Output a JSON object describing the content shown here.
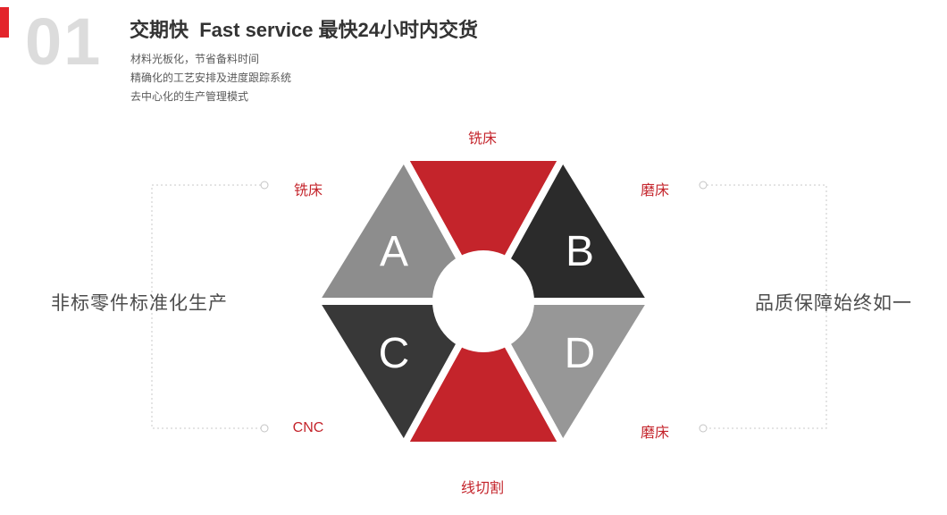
{
  "page": {
    "number": "01",
    "title": "交期快  Fast service 最快24小时内交货",
    "bullets": [
      "材料光板化，节省备料时间",
      "精确化的工艺安排及进度跟踪系统",
      "去中心化的生产管理模式"
    ]
  },
  "diagram": {
    "letters": {
      "a": "A",
      "b": "B",
      "c": "C",
      "d": "D"
    },
    "labels": {
      "top": "铣床",
      "left_top": "铣床",
      "right_top": "磨床",
      "left_bottom": "CNC",
      "right_bottom": "磨床",
      "bottom": "线切割"
    },
    "captions": {
      "left": "非标零件标准化生产",
      "right": "品质保障始终如一"
    },
    "colors": {
      "red": "#c4242b",
      "dark": "#2b2b2b",
      "dark2": "#383838",
      "gray": "#8d8d8d",
      "gray2": "#979797",
      "accent": "#e3242b",
      "label_red": "#c4242b",
      "center": "#ffffff"
    }
  }
}
